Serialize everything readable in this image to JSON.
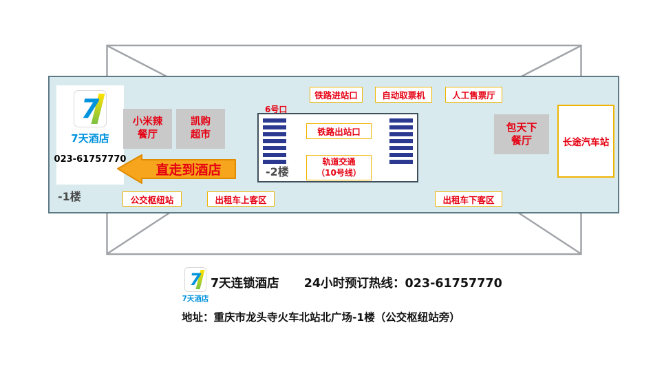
{
  "map": {
    "logo_panel": {
      "seven": "7",
      "brand": "7天酒店",
      "phone": "023-61757770"
    },
    "floor_minus1": "-1楼",
    "restaurants": [
      {
        "line1": "小米辣",
        "line2": "餐厅"
      },
      {
        "line1": "凯购",
        "line2": "超市"
      }
    ],
    "arrow_text": "直走到酒店",
    "top_facilities": [
      "铁路进站口",
      "自动取票机",
      "人工售票厅"
    ],
    "station": {
      "exit_label": "6号口",
      "rail_exit": "铁路出站口",
      "metro_line1": "轨道交通",
      "metro_line2": "（10号线）",
      "floor": "-2楼"
    },
    "baotianxia": {
      "line1": "包天下",
      "line2": "餐厅"
    },
    "bus_terminal": "长途汽车站",
    "bottom_facilities": [
      "公交枢纽站",
      "出租车上客区",
      "出租车下客区"
    ]
  },
  "footer": {
    "logo_seven": "7",
    "logo_brand": "7天酒店",
    "brand_line": "7天连锁酒店",
    "hotline": "24小时预订热线：023-61757770",
    "address": "地址：重庆市龙头寺火车北站北广场-1楼（公交枢纽站旁）"
  },
  "colors": {
    "accent_red": "#e60012",
    "box_border_yellow": "#f0b400",
    "panel_bg": "#d9eaee",
    "stripe_blue": "#2b3990",
    "arrow_orange": "#f6a51c",
    "brand_blue": "#0093dd",
    "gray_box": "#c9c9c9"
  }
}
